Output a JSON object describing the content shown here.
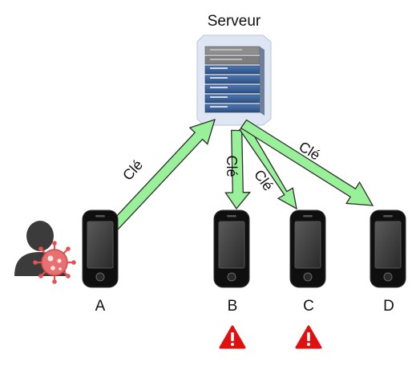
{
  "server": {
    "label": "Serveur"
  },
  "arrows": {
    "label": "Clé"
  },
  "phones": [
    {
      "label": "A"
    },
    {
      "label": "B"
    },
    {
      "label": "C"
    },
    {
      "label": "D"
    }
  ],
  "colors": {
    "arrow_fill": "#98f098",
    "arrow_stroke": "#2e2e2e",
    "warning": "#e01010",
    "virus": "#e35353",
    "person": "#3b3b3b",
    "phone_body": "#1a1a1a",
    "phone_screen": "#3a3a3a",
    "server_rack": "#3e5f8f"
  }
}
